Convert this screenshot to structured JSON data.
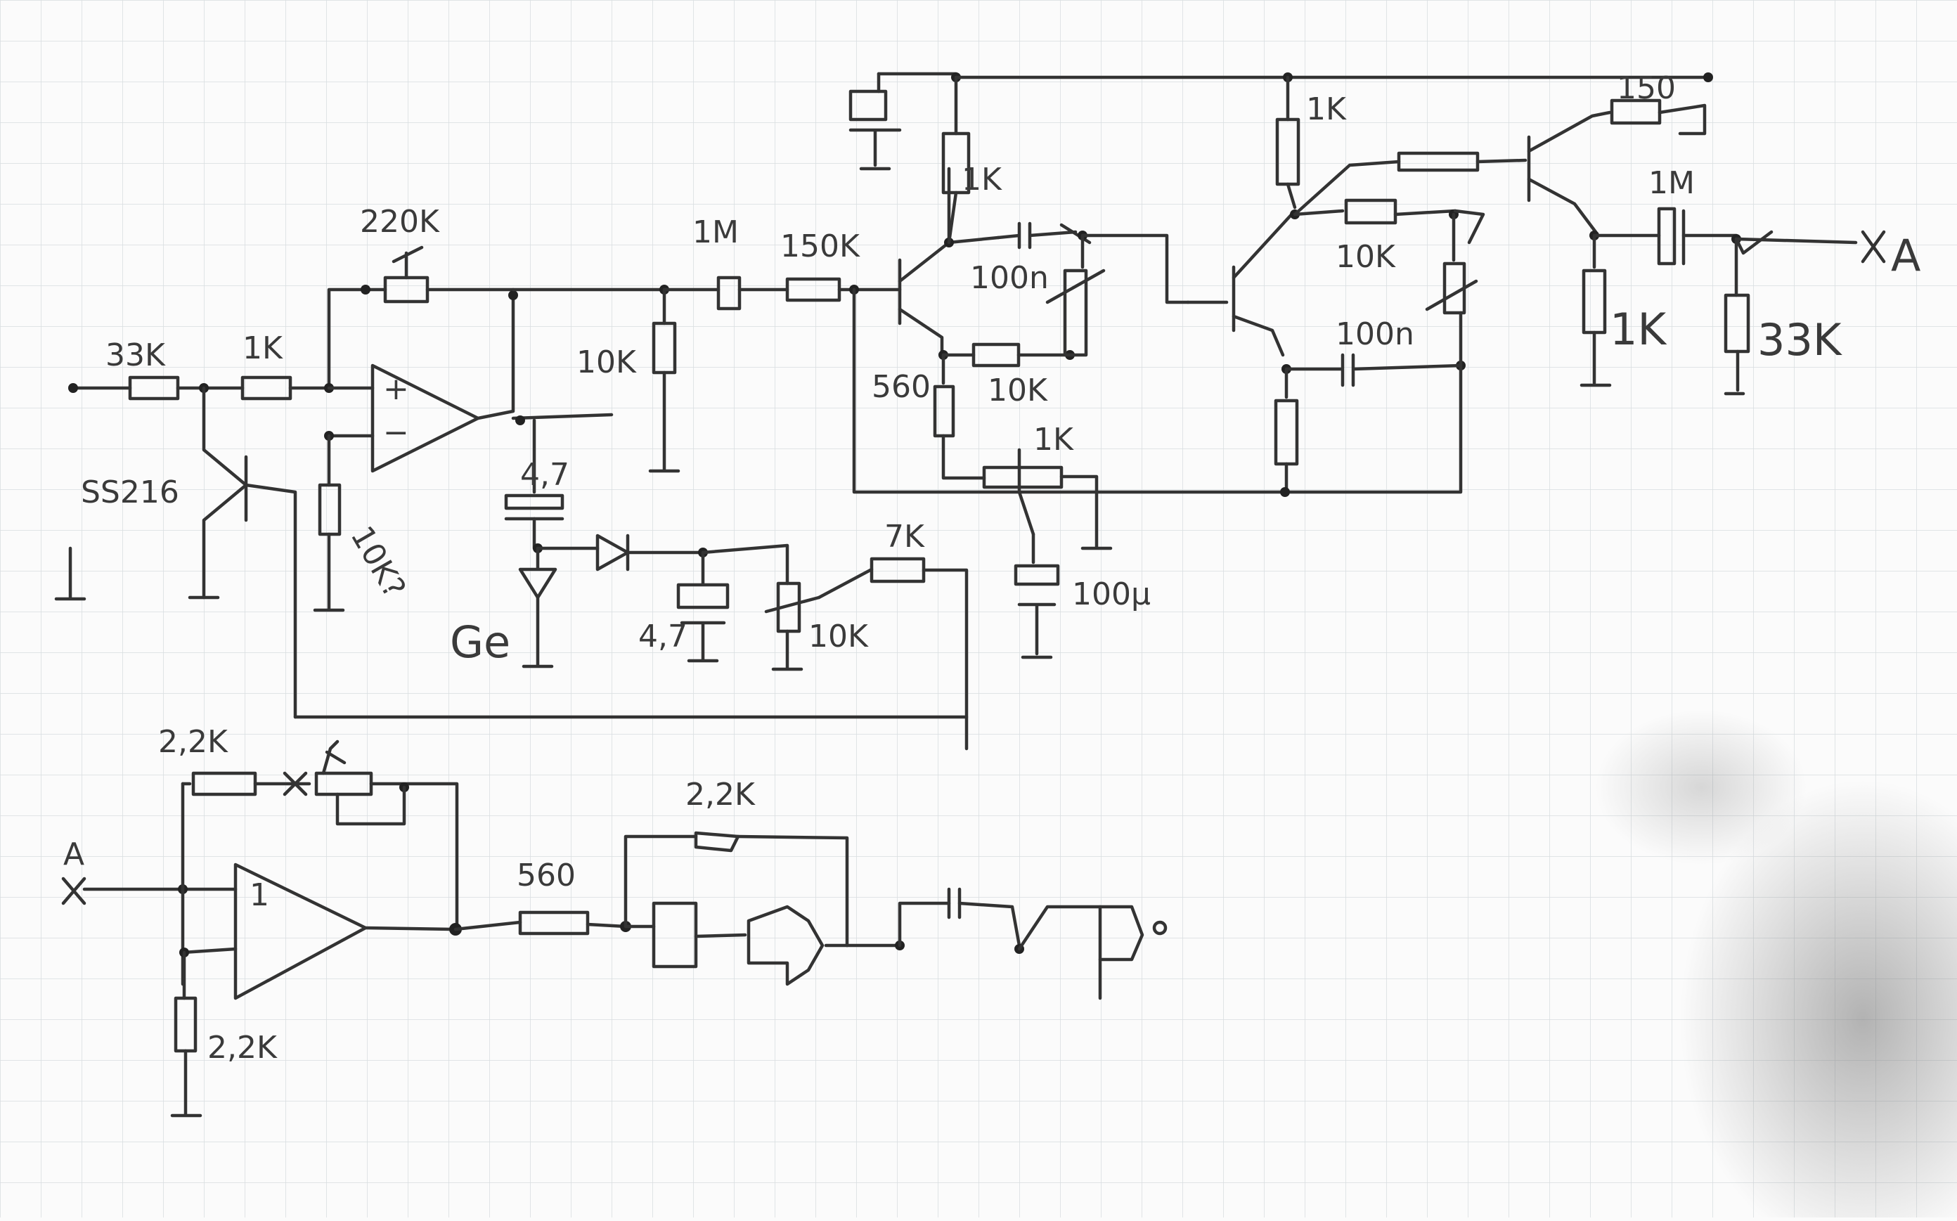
{
  "labels": {
    "r_33k_in": "33K",
    "r_1k_in": "1K",
    "r_220k_fb": "220K",
    "t_ss216": "SS216",
    "r_10k_q": "10K?",
    "c_4_7_a": "4,7",
    "d_ge": "Ge",
    "c_4_7_b": "4,7",
    "pot_10k_a": "10K",
    "r_7k": "7K",
    "r_10k_b": "10K",
    "r_1m_a": "1M",
    "r_150k": "150K",
    "r_1k_a": "1K",
    "c_100n_a": "100n",
    "r_560_a": "560",
    "r_10k_c": "10K",
    "pot_1k": "1K",
    "c_100u": "100µ",
    "r_1k_b": "1K",
    "r_10k_d": "10K",
    "c_100n_b": "100n",
    "r_150": "150",
    "c_1m": "1M",
    "r_1k_c": "1K",
    "r_33k_out": "33K",
    "out_a": "A",
    "in_a": "A",
    "r_2_2k_a": "2,2K",
    "r_560_b": "560",
    "r_2_2k_b": "2,2K",
    "r_2_2k_c": "2,2K",
    "opamp_plus": "+",
    "opamp_minus": "−",
    "buffer_gain": "1"
  },
  "colors": {
    "ink": "#333333",
    "paper": "#fbfbfb",
    "grid": "#d8dde0"
  }
}
